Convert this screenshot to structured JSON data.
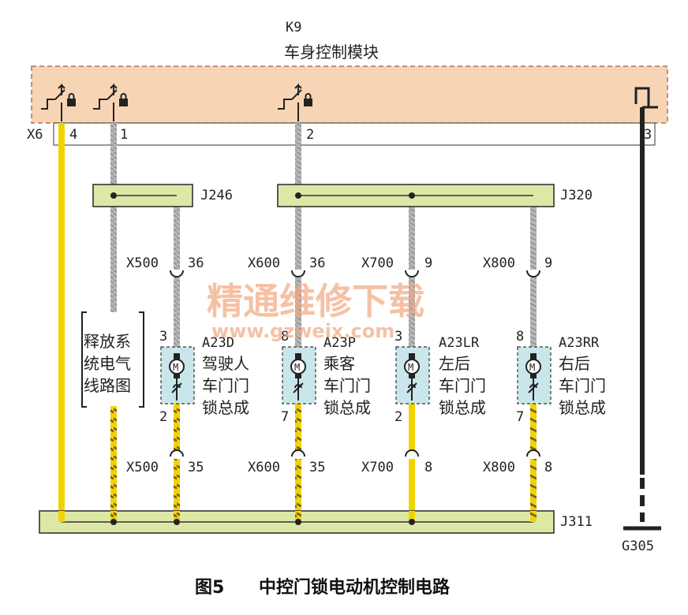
{
  "module": {
    "id": "K9",
    "name": "车身控制模块"
  },
  "bcm_connector": {
    "name": "X6",
    "pins": [
      "4",
      "1",
      "2",
      "3"
    ]
  },
  "junctions": {
    "j246": "J246",
    "j320": "J320",
    "j311": "J311"
  },
  "ground": "G305",
  "release_box": [
    "释放系",
    "统电气",
    "线路图"
  ],
  "motor_symbol": "M",
  "actuators": [
    {
      "upper_conn": "X500",
      "upper_pin": "36",
      "ref": "A23D",
      "name_lines": [
        "驾驶人",
        "车门门",
        "锁总成"
      ],
      "pin_top": "3",
      "pin_bottom": "2",
      "lower_conn": "X500",
      "lower_pin": "35"
    },
    {
      "upper_conn": "X600",
      "upper_pin": "36",
      "ref": "A23P",
      "name_lines": [
        "乘客",
        "车门门",
        "锁总成"
      ],
      "pin_top": "8",
      "pin_bottom": "7",
      "lower_conn": "X600",
      "lower_pin": "35"
    },
    {
      "upper_conn": "X700",
      "upper_pin": "9",
      "ref": "A23LR",
      "name_lines": [
        "左后",
        "车门门",
        "锁总成"
      ],
      "pin_top": "3",
      "pin_bottom": "2",
      "lower_conn": "X700",
      "lower_pin": "8"
    },
    {
      "upper_conn": "X800",
      "upper_pin": "9",
      "ref": "A23RR",
      "name_lines": [
        "右后",
        "车门门",
        "锁总成"
      ],
      "pin_top": "8",
      "pin_bottom": "7",
      "lower_conn": "X800",
      "lower_pin": "8"
    }
  ],
  "watermark": {
    "title": "精通维修下载",
    "url": "www.gzweix.com"
  },
  "caption": {
    "number": "图5",
    "title": "中控门锁电动机控制电路"
  },
  "colors": {
    "module_fill": "#f7d5b4",
    "module_border": "#b07060",
    "junction_fill": "#dde8a6",
    "actuator_fill": "#c9e6ea",
    "wire_gray": "#999999",
    "wire_yellow": "#f0d400",
    "wire_brown": "#7a5a22",
    "ground_wire": "#222222",
    "watermark": "#f2a880"
  }
}
